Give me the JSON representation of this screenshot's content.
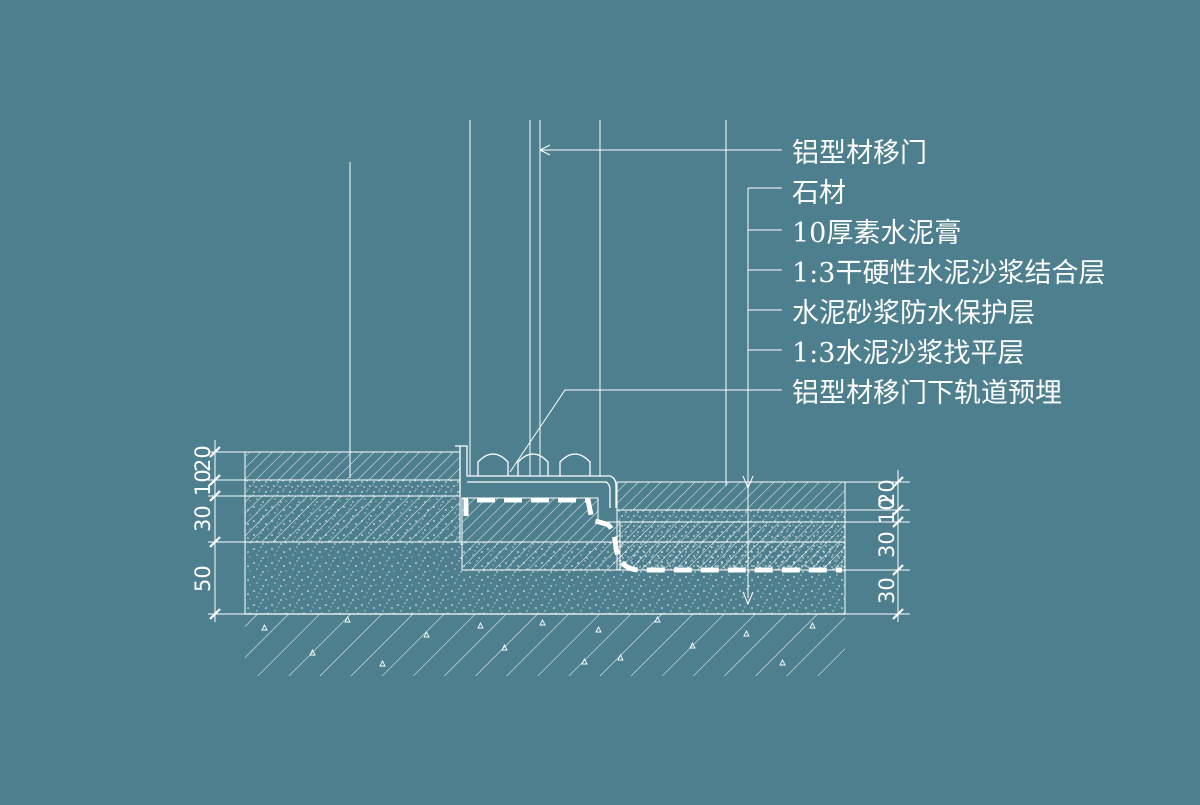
{
  "colors": {
    "background": "#4d7f8e",
    "line": "#ffffff"
  },
  "callouts": [
    "铝型材移门",
    "石材",
    "10厚素水泥膏",
    "1:3干硬性水泥沙浆结合层",
    "水泥砂浆防水保护层",
    "1:3水泥沙浆找平层",
    "铝型材移门下轨道预埋"
  ],
  "dimensions": {
    "left": [
      "20",
      "10",
      "30",
      "50"
    ],
    "right": [
      "20",
      "10",
      "30",
      "30"
    ]
  }
}
